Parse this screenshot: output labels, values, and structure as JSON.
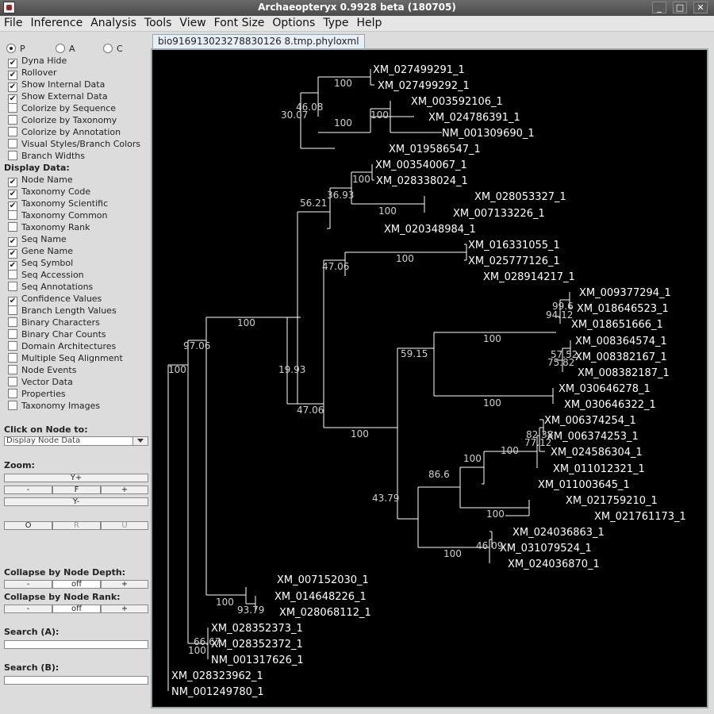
{
  "window": {
    "title": "Archaeopteryx 0.9928 beta (180705)"
  },
  "menu": [
    "File",
    "Inference",
    "Analysis",
    "Tools",
    "View",
    "Font Size",
    "Options",
    "Type",
    "Help"
  ],
  "left": {
    "radios": [
      {
        "label": "P",
        "selected": true
      },
      {
        "label": "A",
        "selected": false
      },
      {
        "label": "C",
        "selected": false
      }
    ],
    "options": [
      {
        "label": "Dyna Hide",
        "checked": true
      },
      {
        "label": "Rollover",
        "checked": true
      },
      {
        "label": "Show Internal Data",
        "checked": true
      },
      {
        "label": "Show External Data",
        "checked": true
      },
      {
        "label": "Colorize by Sequence",
        "checked": false
      },
      {
        "label": "Colorize by Taxonomy",
        "checked": false
      },
      {
        "label": "Colorize by Annotation",
        "checked": false
      },
      {
        "label": "Visual Styles/Branch Colors",
        "checked": false
      },
      {
        "label": "Branch Widths",
        "checked": false
      }
    ],
    "display_data_label": "Display Data:",
    "display": [
      {
        "label": "Node Name",
        "checked": true
      },
      {
        "label": "Taxonomy Code",
        "checked": true
      },
      {
        "label": "Taxonomy Scientific",
        "checked": true
      },
      {
        "label": "Taxonomy Common",
        "checked": false
      },
      {
        "label": "Taxonomy Rank",
        "checked": false
      },
      {
        "label": "Seq Name",
        "checked": true
      },
      {
        "label": "Gene Name",
        "checked": true
      },
      {
        "label": "Seq Symbol",
        "checked": true
      },
      {
        "label": "Seq Accession",
        "checked": false
      },
      {
        "label": "Seq Annotations",
        "checked": false
      },
      {
        "label": "Confidence Values",
        "checked": true
      },
      {
        "label": "Branch Length Values",
        "checked": false
      },
      {
        "label": "Binary Characters",
        "checked": false
      },
      {
        "label": "Binary Char Counts",
        "checked": false
      },
      {
        "label": "Domain Architectures",
        "checked": false
      },
      {
        "label": "Multiple Seq Alignment",
        "checked": false
      },
      {
        "label": "Node Events",
        "checked": false
      },
      {
        "label": "Vector Data",
        "checked": false
      },
      {
        "label": "Properties",
        "checked": false
      },
      {
        "label": "Taxonomy Images",
        "checked": false
      }
    ],
    "click_on_node_label": "Click on Node to:",
    "click_on_node_value": "Display Node Data",
    "zoom_label": "Zoom:",
    "zoom": {
      "yplus": "Y+",
      "minus": "-",
      "fit": "F",
      "plus": "+",
      "yminus": "Y-",
      "o": "O",
      "r": "R",
      "u": "U"
    },
    "collapse_depth_label": "Collapse by Node Depth:",
    "collapse_depth_value": "off",
    "collapse_rank_label": "Collapse by Node Rank:",
    "collapse_rank_value": "off",
    "search_a_label": "Search (A):",
    "search_b_label": "Search (B):"
  },
  "tab": {
    "label": "bio916913023278830126 8.tmp.phyloxml"
  },
  "tree": {
    "leaves": [
      "XM_027499291_1",
      "XM_027499292_1",
      "XM_003592106_1",
      "XM_024786391_1",
      "NM_001309690_1",
      "XM_019586547_1",
      "XM_003540067_1",
      "XM_028338024_1",
      "XM_028053327_1",
      "XM_007133226_1",
      "XM_020348984_1",
      "XM_016331055_1",
      "XM_025777126_1",
      "XM_028914217_1",
      "XM_009377294_1",
      "XM_018646523_1",
      "XM_018651666_1",
      "XM_008364574_1",
      "XM_008382167_1",
      "XM_008382187_1",
      "XM_030646278_1",
      "XM_030646322_1",
      "XM_006374254_1",
      "XM_006374253_1",
      "XM_024586304_1",
      "XM_011012321_1",
      "XM_011003645_1",
      "XM_021759210_1",
      "XM_021761173_1",
      "XM_024036863_1",
      "XM_031079524_1",
      "XM_024036870_1",
      "XM_007152030_1",
      "XM_014648226_1",
      "XM_028068112_1",
      "XM_028352373_1",
      "XM_028352372_1",
      "NM_001317626_1",
      "XM_028323962_1",
      "NM_001249780_1"
    ],
    "confidences": [
      "100",
      "46.08",
      "30.07",
      "100",
      "100",
      "100",
      "36.93",
      "100",
      "56.21",
      "100",
      "47.06",
      "99.6",
      "94.12",
      "57.52",
      "75.82",
      "100",
      "100",
      "59.15",
      "82.38",
      "77.12",
      "100",
      "100",
      "86.6",
      "100",
      "46.09",
      "100",
      "43.79",
      "100",
      "47.06",
      "19.93",
      "100",
      "93.79",
      "100",
      "97.06",
      "66.67",
      "100",
      "100"
    ]
  }
}
